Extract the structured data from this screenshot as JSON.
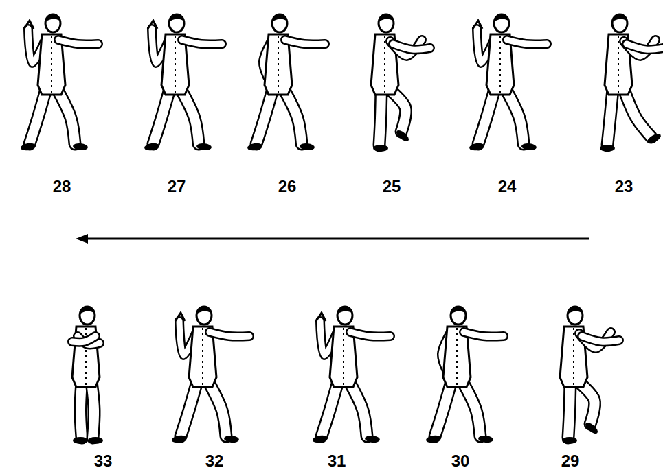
{
  "diagram": {
    "labels": [
      "28",
      "27",
      "26",
      "25",
      "24",
      "23",
      "33",
      "32",
      "31",
      "30",
      "29"
    ]
  }
}
